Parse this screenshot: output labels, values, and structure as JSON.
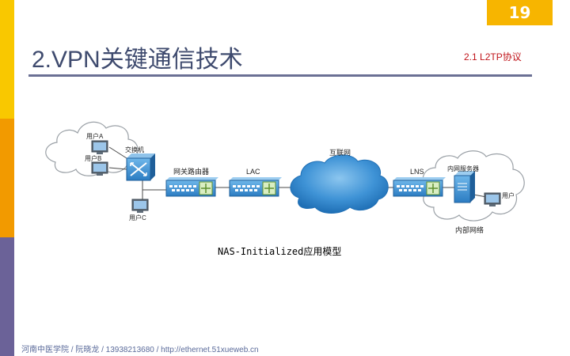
{
  "page_number": "19",
  "title": "2.VPN关键通信技术",
  "subtitle": "2.1 L2TP协议",
  "diagram": {
    "labels": {
      "user_a": "用户A",
      "user_b": "用户B",
      "switch": "交换机",
      "user_c": "用户C",
      "gateway_router": "网关路由器",
      "lac": "LAC",
      "internet": "互联网",
      "lns": "LNS",
      "intranet_server": "内网服务器",
      "user": "用户",
      "intranet": "内部网络"
    },
    "caption": "NAS-Initialized应用模型"
  },
  "footer": "河南中医学院 / 阮晓龙 / 13938213680 / http://ethernet.51xueweb.cn",
  "colors": {
    "bar_yellow": "#f9c800",
    "bar_orange": "#f29a00",
    "bar_purple": "#6b6298",
    "page_badge": "#f7b500",
    "title": "#3e4a6e",
    "subtitle": "#c0141a",
    "device_blue": "#3a8fd1",
    "cloud_blue": "#2f7fc4"
  }
}
